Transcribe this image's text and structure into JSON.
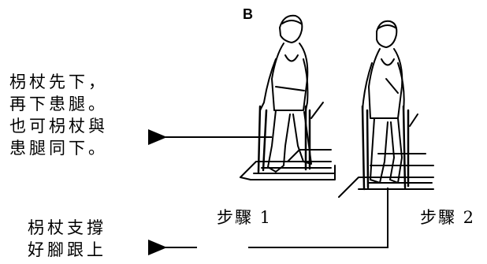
{
  "panel_label": "B",
  "note_top": [
    "枴杖先下，",
    "再下患腿。",
    "也可枴杖與",
    "患腿同下。"
  ],
  "note_bottom": [
    "枴杖支撐",
    "好腳跟上"
  ],
  "step_labels": [
    "步驟 1",
    "步驟 2"
  ],
  "colors": {
    "ink": "#000000",
    "paper": "#ffffff"
  }
}
